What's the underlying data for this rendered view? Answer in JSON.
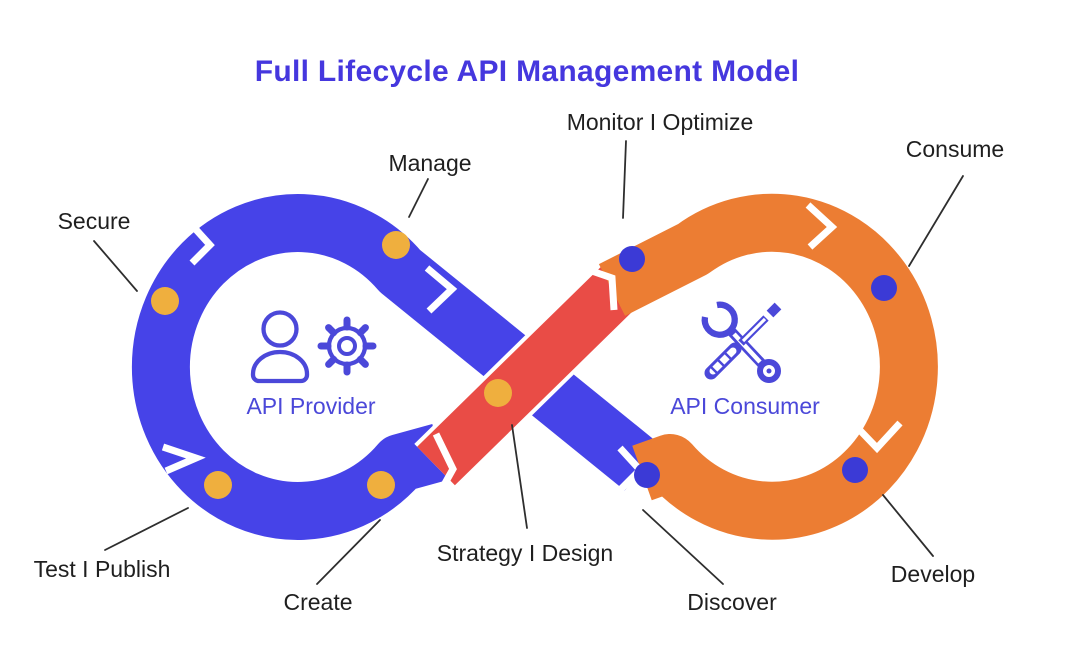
{
  "title": "Full Lifecycle API Management Model",
  "provider": {
    "label": "API Provider"
  },
  "consumer": {
    "label": "API Consumer"
  },
  "stages": {
    "secure": "Secure",
    "manage": "Manage",
    "test_publish": "Test I Publish",
    "create": "Create",
    "strategy_design": "Strategy I Design",
    "monitor_optimize": "Monitor I Optimize",
    "consume": "Consume",
    "develop": "Develop",
    "discover": "Discover"
  },
  "colors": {
    "title": "#4537DE",
    "provider_band": "#4643E8",
    "consumer_band": "#EC7D33",
    "bridge_band": "#E94C46",
    "provider_dot": "#EFAF3E",
    "consumer_dot": "#3B3AD6",
    "inner_label": "#4B48D9",
    "leader_line": "#2E2E2E"
  }
}
